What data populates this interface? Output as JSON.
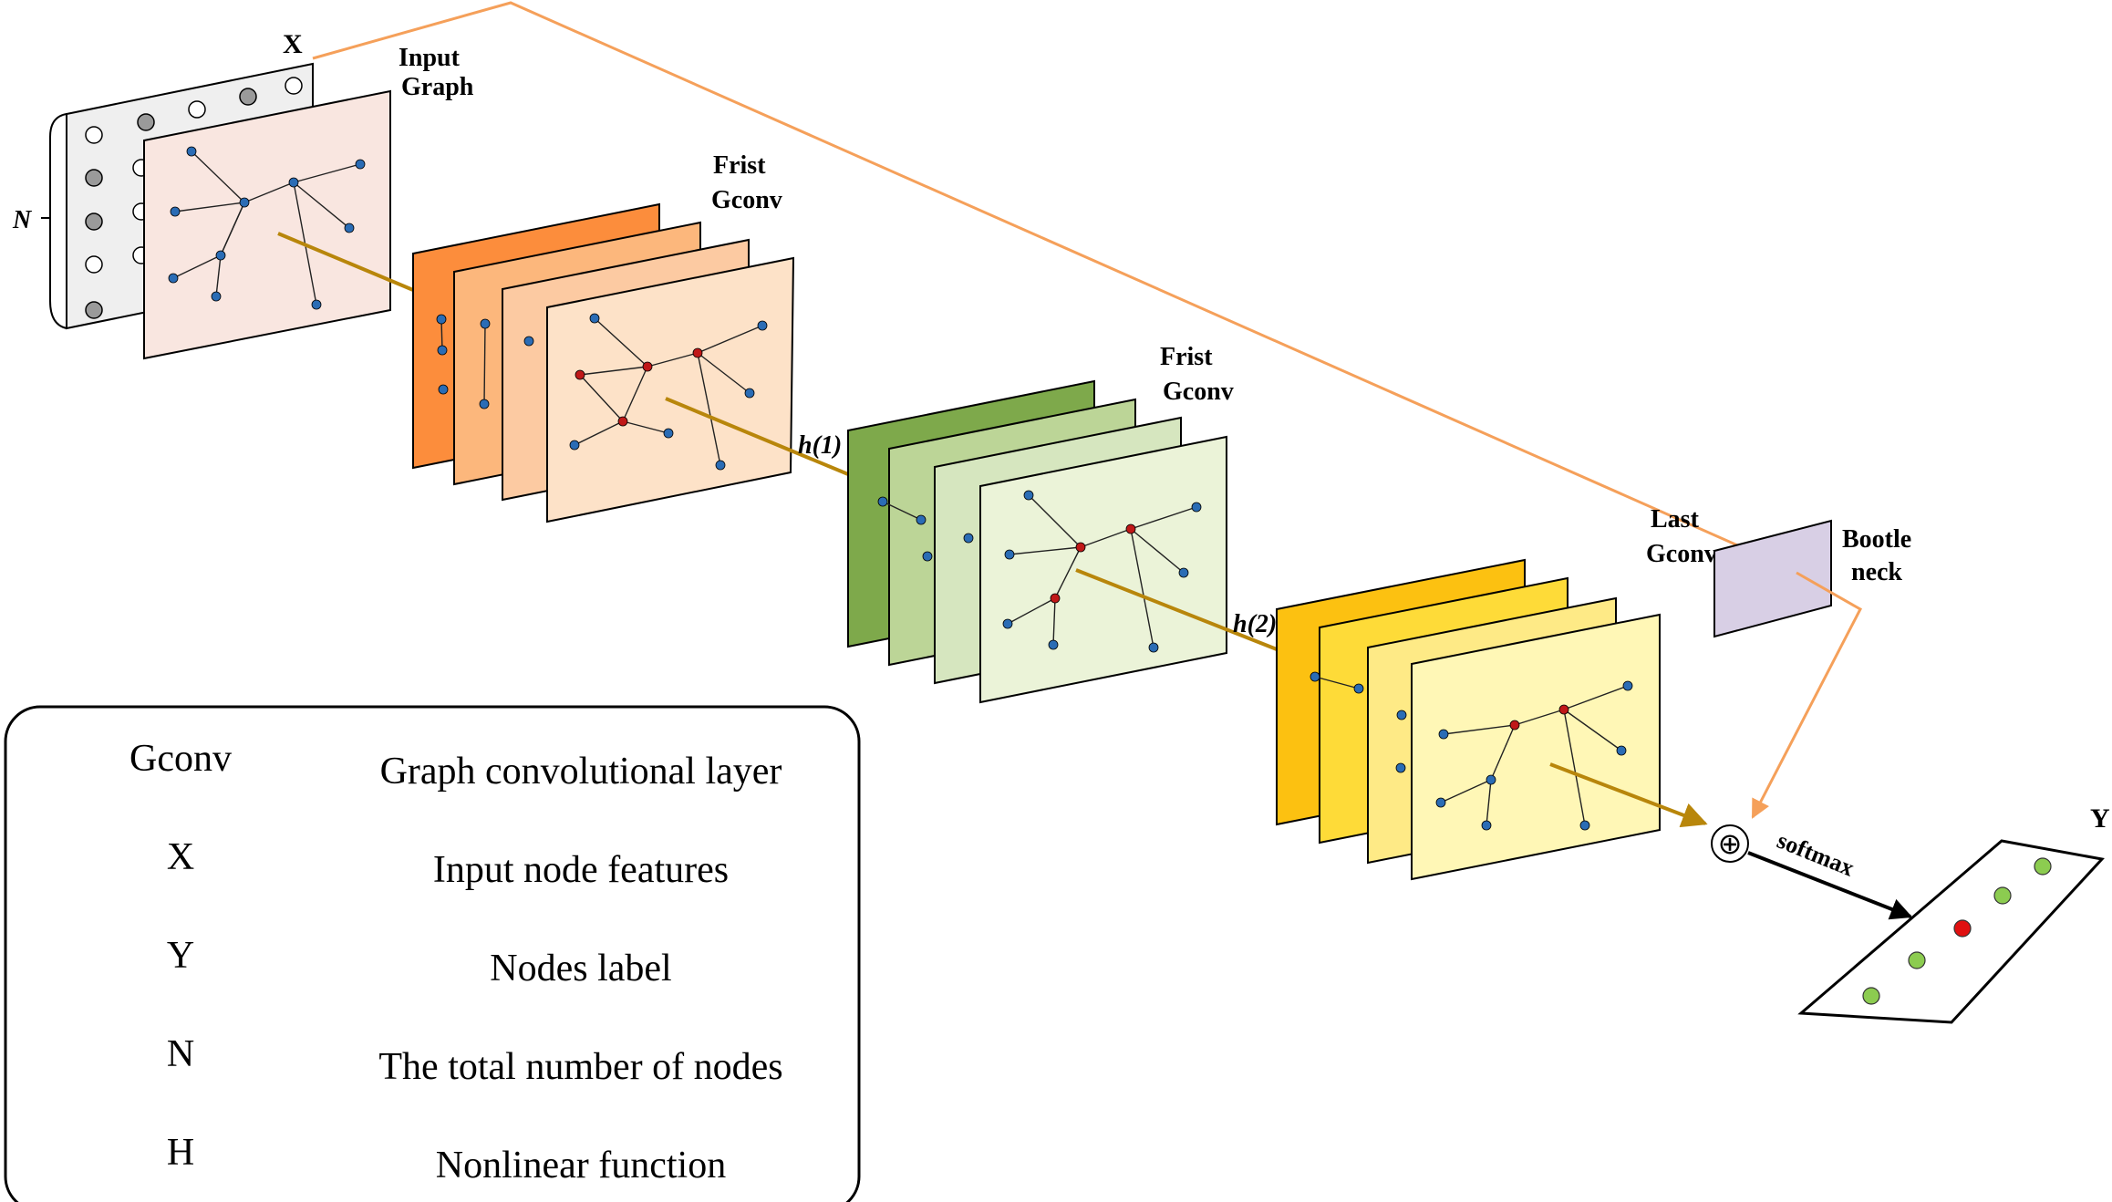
{
  "labels": {
    "x": "X",
    "n": "N",
    "input_graph": [
      "Input",
      "Graph"
    ],
    "first_gconv": [
      "Frist",
      "Gconv"
    ],
    "second_gconv": [
      "Frist",
      "Gconv"
    ],
    "last_gconv": [
      "Last",
      "Gconv"
    ],
    "bottleneck": [
      "Bootle",
      "neck"
    ],
    "h1": "h(1)",
    "h2": "h(2)",
    "softmax": "softmax",
    "y": "Y",
    "plus": "⊕"
  },
  "legend": [
    {
      "symbol": "Gconv",
      "meaning": "Graph convolutional layer"
    },
    {
      "symbol": "X",
      "meaning": "Input node features"
    },
    {
      "symbol": "Y",
      "meaning": "Nodes label"
    },
    {
      "symbol": "N",
      "meaning": "The total number of nodes"
    },
    {
      "symbol": "H",
      "meaning": "Nonlinear function"
    }
  ],
  "colors": {
    "orange_layers": [
      "#fc8d3c",
      "#fcb77c",
      "#fccaa2",
      "#fde2c8"
    ],
    "green_layers": [
      "#7ea94b",
      "#bcd597",
      "#d6e6bf",
      "#ebf3d8"
    ],
    "yellow_layers": [
      "#fcc111",
      "#fedb38",
      "#feea86",
      "#fff7b6"
    ],
    "input_graph_bg": "#f9e6e0",
    "features_bg": "#efefef",
    "bottleneck": "#d8cfe5",
    "skip_line": "#f5a05a",
    "flow_line": "#b8860b",
    "node_blue": "#2a6cb5",
    "node_red": "#c01818",
    "node_green": "#8ccc50",
    "node_red_output": "#e01010"
  },
  "output_node_colors": [
    "green",
    "green",
    "red",
    "green",
    "green"
  ]
}
